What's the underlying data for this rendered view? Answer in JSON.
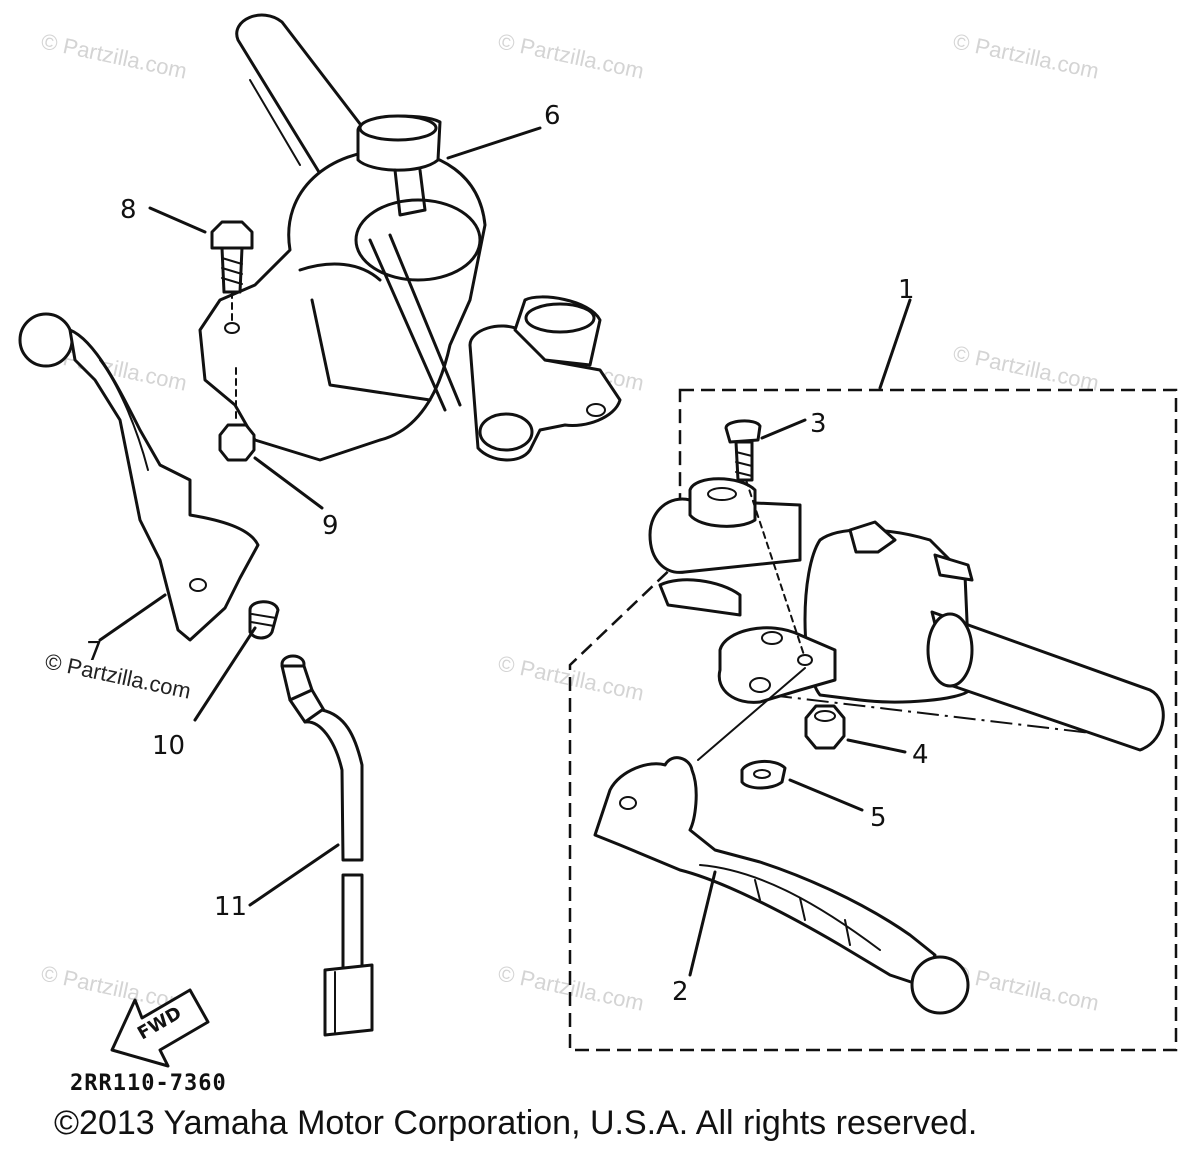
{
  "diagram": {
    "callouts": [
      "1",
      "2",
      "3",
      "4",
      "5",
      "6",
      "7",
      "8",
      "9",
      "10",
      "11"
    ],
    "direction_arrow_label": "FWD",
    "drawing_code": "2RR110-7360",
    "copyright": "©2013 Yamaha Motor Corporation, U.S.A. All rights reserved.",
    "watermark": "© Partzilla.com"
  }
}
